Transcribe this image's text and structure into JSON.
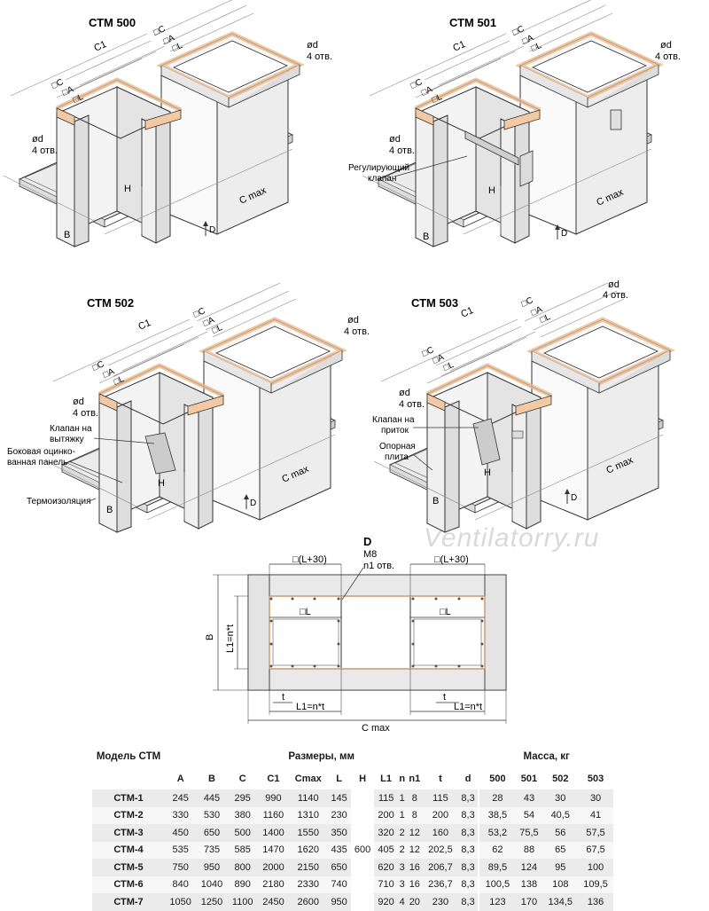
{
  "watermark": "Ventilatorry.ru",
  "drawings": {
    "cm500": {
      "title": "СТМ 500",
      "c1": "C1",
      "sq_c": "□C",
      "sq_a": "□A",
      "sq_l": "□L",
      "d_sym": "ød",
      "holes": "4 отв.",
      "h": "H",
      "cmax": "C max",
      "b": "B",
      "d_arrow": "D"
    },
    "cm501": {
      "title": "СТМ 501",
      "c1": "C1",
      "sq_c": "□C",
      "sq_a": "□A",
      "sq_l": "□L",
      "d_sym": "ød",
      "holes": "4 отв.",
      "valve_line1": "Регулирующий",
      "valve_line2": "клапан",
      "h": "H",
      "cmax": "C max",
      "b": "B",
      "d_arrow": "D"
    },
    "cm502": {
      "title": "СТМ 502",
      "c1": "C1",
      "sq_c": "□C",
      "sq_a": "□A",
      "sq_l": "□L",
      "d_sym": "ød",
      "holes": "4 отв.",
      "exhaust_line1": "Клапан на",
      "exhaust_line2": "вытяжку",
      "panel_line1": "Боковая оцинко-",
      "panel_line2": "ванная панель",
      "insulation": "Термоизоляция",
      "h": "H",
      "cmax": "C max",
      "b": "B",
      "d_arrow": "D"
    },
    "cm503": {
      "title": "СТМ 503",
      "c1": "C1",
      "sq_c": "□C",
      "sq_a": "□A",
      "sq_l": "□L",
      "d_sym": "ød",
      "holes": "4 отв.",
      "supply_line1": "Клапан на",
      "supply_line2": "приток",
      "plate_line1": "Опорная",
      "plate_line2": "плита",
      "h": "H",
      "cmax": "C max",
      "b": "B",
      "d_arrow": "D"
    },
    "plan": {
      "title": "D",
      "m8": "M8",
      "n1": "n1 отв.",
      "sq_l30_left": "□(L+30)",
      "sq_l30_right": "□(L+30)",
      "sq_l_left": "□L",
      "sq_l_right": "□L",
      "b": "B",
      "l1_vert": "L1=n*t",
      "t_left": "t",
      "t_right": "t",
      "l1_left": "L1=n*t",
      "l1_right": "L1=n*t",
      "cmax": "C max"
    }
  },
  "table": {
    "model_header": "Модель СТМ",
    "dims_header": "Размеры, мм",
    "mass_header": "Масса, кг",
    "columns": [
      "A",
      "B",
      "C",
      "C1",
      "Cmax",
      "L",
      "H",
      "L1",
      "n",
      "n1",
      "t",
      "d",
      "500",
      "501",
      "502",
      "503"
    ],
    "h_value": "600",
    "rows": [
      {
        "model": "СТМ-1",
        "A": "245",
        "B": "445",
        "C": "295",
        "C1": "990",
        "Cmax": "1140",
        "L": "145",
        "L1": "115",
        "n": "1",
        "n1": "8",
        "t": "115",
        "d": "8,3",
        "m500": "28",
        "m501": "43",
        "m502": "30",
        "m503": "30"
      },
      {
        "model": "СТМ-2",
        "A": "330",
        "B": "530",
        "C": "380",
        "C1": "1160",
        "Cmax": "1310",
        "L": "230",
        "L1": "200",
        "n": "1",
        "n1": "8",
        "t": "200",
        "d": "8,3",
        "m500": "38,5",
        "m501": "54",
        "m502": "40,5",
        "m503": "41"
      },
      {
        "model": "СТМ-3",
        "A": "450",
        "B": "650",
        "C": "500",
        "C1": "1400",
        "Cmax": "1550",
        "L": "350",
        "L1": "320",
        "n": "2",
        "n1": "12",
        "t": "160",
        "d": "8,3",
        "m500": "53,2",
        "m501": "75,5",
        "m502": "56",
        "m503": "57,5"
      },
      {
        "model": "СТМ-4",
        "A": "535",
        "B": "735",
        "C": "585",
        "C1": "1470",
        "Cmax": "1620",
        "L": "435",
        "L1": "405",
        "n": "2",
        "n1": "12",
        "t": "202,5",
        "d": "8,3",
        "m500": "62",
        "m501": "88",
        "m502": "65",
        "m503": "67,5"
      },
      {
        "model": "СТМ-5",
        "A": "750",
        "B": "950",
        "C": "800",
        "C1": "2000",
        "Cmax": "2150",
        "L": "650",
        "L1": "620",
        "n": "3",
        "n1": "16",
        "t": "206,7",
        "d": "8,3",
        "m500": "89,5",
        "m501": "124",
        "m502": "95",
        "m503": "100"
      },
      {
        "model": "СТМ-6",
        "A": "840",
        "B": "1040",
        "C": "890",
        "C1": "2180",
        "Cmax": "2330",
        "L": "740",
        "L1": "710",
        "n": "3",
        "n1": "16",
        "t": "236,7",
        "d": "8,3",
        "m500": "100,5",
        "m501": "138",
        "m502": "108",
        "m503": "109,5"
      },
      {
        "model": "СТМ-7",
        "A": "1050",
        "B": "1250",
        "C": "1100",
        "C1": "2450",
        "Cmax": "2600",
        "L": "950",
        "L1": "920",
        "n": "4",
        "n1": "20",
        "t": "230",
        "d": "8,3",
        "m500": "123",
        "m501": "170",
        "m502": "134,5",
        "m503": "136"
      }
    ]
  }
}
